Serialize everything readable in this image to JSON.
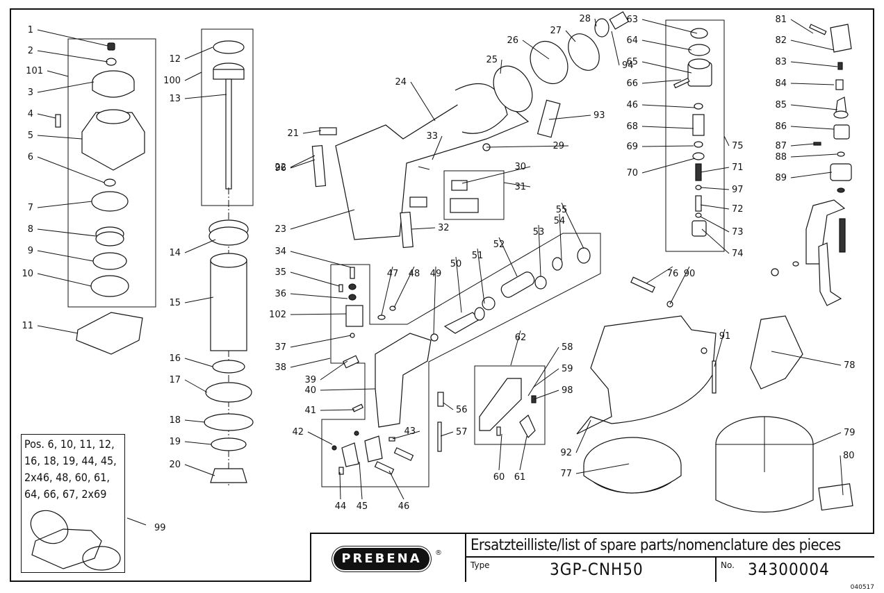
{
  "title_block": {
    "brand": "PREBENA",
    "registered_mark": "®",
    "title": "Ersatzteilliste/list of spare parts/nomenclature des pieces",
    "type_label": "Type",
    "type_value": "3GP-CNH50",
    "number_label": "No.",
    "number_value": "34300004",
    "drawing_code": "040517"
  },
  "kit_box": {
    "text": "Pos. 6, 10, 11, 12,\n16, 18, 19, 44, 45,\n2x46, 48, 60, 61,\n64, 66, 67, 2x69",
    "callout": "99"
  },
  "callouts": [
    {
      "id": "1",
      "group": "cap-assembly"
    },
    {
      "id": "2",
      "group": "cap-assembly"
    },
    {
      "id": "101",
      "group": "cap-assembly"
    },
    {
      "id": "3",
      "group": "cap-assembly"
    },
    {
      "id": "4",
      "group": "cap-assembly"
    },
    {
      "id": "5",
      "group": "cap-assembly"
    },
    {
      "id": "6",
      "group": "cap-assembly"
    },
    {
      "id": "7",
      "group": "cap-assembly"
    },
    {
      "id": "8",
      "group": "cap-assembly"
    },
    {
      "id": "9",
      "group": "cap-assembly"
    },
    {
      "id": "10",
      "group": "cap-assembly"
    },
    {
      "id": "11",
      "group": "cap-assembly"
    },
    {
      "id": "12",
      "group": "piston"
    },
    {
      "id": "100",
      "group": "piston"
    },
    {
      "id": "13",
      "group": "piston"
    },
    {
      "id": "14",
      "group": "cylinder"
    },
    {
      "id": "15",
      "group": "cylinder"
    },
    {
      "id": "16",
      "group": "cylinder"
    },
    {
      "id": "17",
      "group": "cylinder"
    },
    {
      "id": "18",
      "group": "cylinder"
    },
    {
      "id": "19",
      "group": "cylinder"
    },
    {
      "id": "20",
      "group": "cylinder"
    },
    {
      "id": "21",
      "group": "housing"
    },
    {
      "id": "22",
      "group": "housing"
    },
    {
      "id": "23",
      "group": "housing"
    },
    {
      "id": "24",
      "group": "housing"
    },
    {
      "id": "25",
      "group": "housing"
    },
    {
      "id": "26",
      "group": "housing"
    },
    {
      "id": "27",
      "group": "housing"
    },
    {
      "id": "28",
      "group": "housing"
    },
    {
      "id": "29",
      "group": "housing"
    },
    {
      "id": "30",
      "group": "housing"
    },
    {
      "id": "31",
      "group": "housing"
    },
    {
      "id": "93",
      "group": "housing"
    },
    {
      "id": "94",
      "group": "housing"
    },
    {
      "id": "96",
      "group": "housing"
    },
    {
      "id": "32",
      "group": "trigger"
    },
    {
      "id": "33",
      "group": "trigger"
    },
    {
      "id": "34",
      "group": "trigger"
    },
    {
      "id": "35",
      "group": "trigger"
    },
    {
      "id": "36",
      "group": "trigger"
    },
    {
      "id": "102",
      "group": "trigger"
    },
    {
      "id": "37",
      "group": "nose"
    },
    {
      "id": "38",
      "group": "nose"
    },
    {
      "id": "39",
      "group": "nose"
    },
    {
      "id": "40",
      "group": "nose"
    },
    {
      "id": "41",
      "group": "nose"
    },
    {
      "id": "42",
      "group": "nose"
    },
    {
      "id": "43",
      "group": "nose"
    },
    {
      "id": "44",
      "group": "feeder"
    },
    {
      "id": "45",
      "group": "feeder"
    },
    {
      "id": "46",
      "group": "feeder"
    },
    {
      "id": "47",
      "group": "feeder"
    },
    {
      "id": "48",
      "group": "feeder"
    },
    {
      "id": "49",
      "group": "feeder"
    },
    {
      "id": "50",
      "group": "feeder"
    },
    {
      "id": "51",
      "group": "feeder"
    },
    {
      "id": "52",
      "group": "feeder"
    },
    {
      "id": "53",
      "group": "latch"
    },
    {
      "id": "54",
      "group": "latch"
    },
    {
      "id": "55",
      "group": "latch"
    },
    {
      "id": "56",
      "group": "latch"
    },
    {
      "id": "57",
      "group": "latch"
    },
    {
      "id": "58",
      "group": "latch"
    },
    {
      "id": "59",
      "group": "latch"
    },
    {
      "id": "98",
      "group": "latch"
    },
    {
      "id": "60",
      "group": "valve"
    },
    {
      "id": "61",
      "group": "valve"
    },
    {
      "id": "62",
      "group": "valve"
    },
    {
      "id": "63",
      "group": "valve"
    },
    {
      "id": "64",
      "group": "valve"
    },
    {
      "id": "65",
      "group": "valve"
    },
    {
      "id": "66",
      "group": "valve"
    },
    {
      "id": "46",
      "group": "valve"
    },
    {
      "id": "68",
      "group": "valve"
    },
    {
      "id": "69",
      "group": "valve"
    },
    {
      "id": "70",
      "group": "valve"
    },
    {
      "id": "71",
      "group": "valve"
    },
    {
      "id": "97",
      "group": "valve"
    },
    {
      "id": "72",
      "group": "magazine"
    },
    {
      "id": "73",
      "group": "magazine"
    },
    {
      "id": "74",
      "group": "magazine"
    },
    {
      "id": "75",
      "group": "magazine"
    },
    {
      "id": "76",
      "group": "magazine"
    },
    {
      "id": "90",
      "group": "magazine"
    },
    {
      "id": "91",
      "group": "magazine"
    },
    {
      "id": "92",
      "group": "magazine"
    },
    {
      "id": "77",
      "group": "depth-adjust"
    },
    {
      "id": "78",
      "group": "depth-adjust"
    },
    {
      "id": "79",
      "group": "depth-adjust"
    },
    {
      "id": "80",
      "group": "depth-adjust"
    },
    {
      "id": "81",
      "group": "depth-adjust"
    },
    {
      "id": "82",
      "group": "depth-adjust"
    },
    {
      "id": "83",
      "group": "depth-adjust"
    },
    {
      "id": "84",
      "group": "depth-adjust"
    },
    {
      "id": "85",
      "group": "depth-adjust"
    },
    {
      "id": "86",
      "group": "depth-adjust"
    },
    {
      "id": "87",
      "group": "depth-adjust"
    },
    {
      "id": "88",
      "group": "depth-adjust"
    },
    {
      "id": "89",
      "group": "depth-adjust"
    }
  ]
}
